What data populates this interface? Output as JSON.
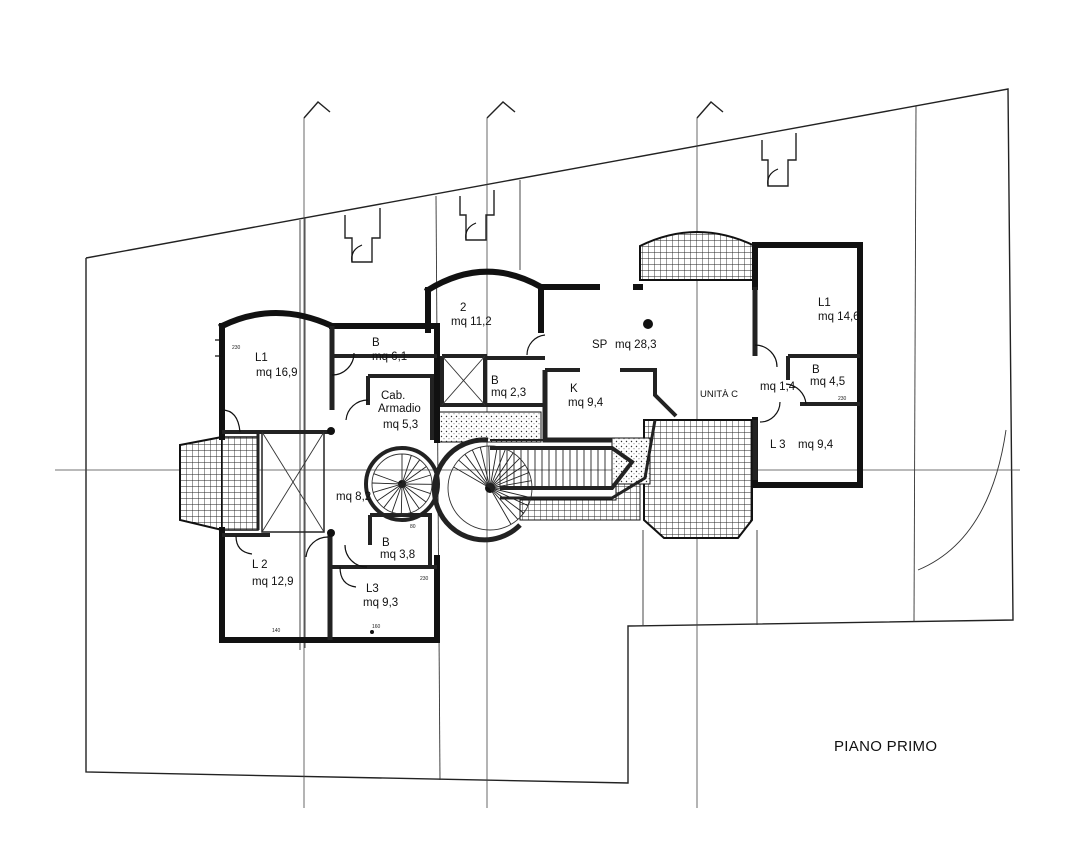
{
  "plan_title": "PIANO PRIMO",
  "unit_label": "UNITÀ C",
  "rooms": [
    {
      "id": "l1_left",
      "name": "L1",
      "area": "mq 16,9"
    },
    {
      "id": "b_top_left",
      "name": "B",
      "area": "mq 6,1"
    },
    {
      "id": "cab_armadio",
      "name": "Cab.",
      "name2": "Armadio",
      "area": "mq 5,3"
    },
    {
      "id": "l2_top",
      "name": "2",
      "area": "mq 11,2"
    },
    {
      "id": "b_small",
      "name": "B",
      "area": "mq 2,3"
    },
    {
      "id": "sp",
      "name": "SP",
      "area": "mq 28,3"
    },
    {
      "id": "k",
      "name": "K",
      "area": "mq 9,4"
    },
    {
      "id": "l1_right",
      "name": "L1",
      "area": "mq 14,6"
    },
    {
      "id": "b_right",
      "name": "B",
      "area": "mq 4,5"
    },
    {
      "id": "hall_right",
      "name": "",
      "area": "mq 1,4"
    },
    {
      "id": "l3_right",
      "name": "L 3",
      "area": "mq 9,4"
    },
    {
      "id": "corridor",
      "name": "",
      "area": "mq 8,2"
    },
    {
      "id": "b_lower",
      "name": "B",
      "area": "mq 3,8"
    },
    {
      "id": "l2_left",
      "name": "L 2",
      "area": "mq 12,9"
    },
    {
      "id": "l3_left",
      "name": "L3",
      "area": "mq 9,3"
    }
  ],
  "dimension_notes": [
    "230",
    "140",
    "80",
    "160",
    "230",
    "230"
  ]
}
